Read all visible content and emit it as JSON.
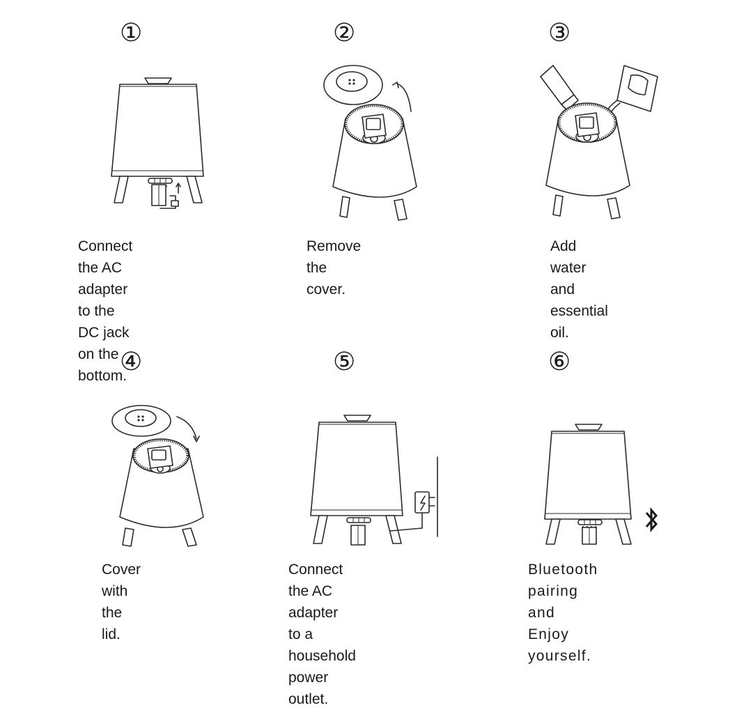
{
  "steps": [
    {
      "number": "①",
      "caption": "Connect the AC adapter\nto the DC jack on the\nbottom."
    },
    {
      "number": "②",
      "caption": "Remove the cover."
    },
    {
      "number": "③",
      "caption": "Add water and\nessential oil."
    },
    {
      "number": "④",
      "caption": "Cover with the lid."
    },
    {
      "number": "⑤",
      "caption": "Connect the AC adapter\nto a household power\noutlet."
    },
    {
      "number": "⑥",
      "caption": "Bluetooth pairing\nand Enjoy yourself."
    }
  ],
  "icons": {
    "step1": "diffuser-with-dc-plug",
    "step2": "diffuser-cover-removed",
    "step3": "water-and-oil-pouring",
    "step4": "diffuser-cover-placing",
    "step5": "diffuser-plugged-into-wall",
    "step6": "bluetooth-icon"
  }
}
